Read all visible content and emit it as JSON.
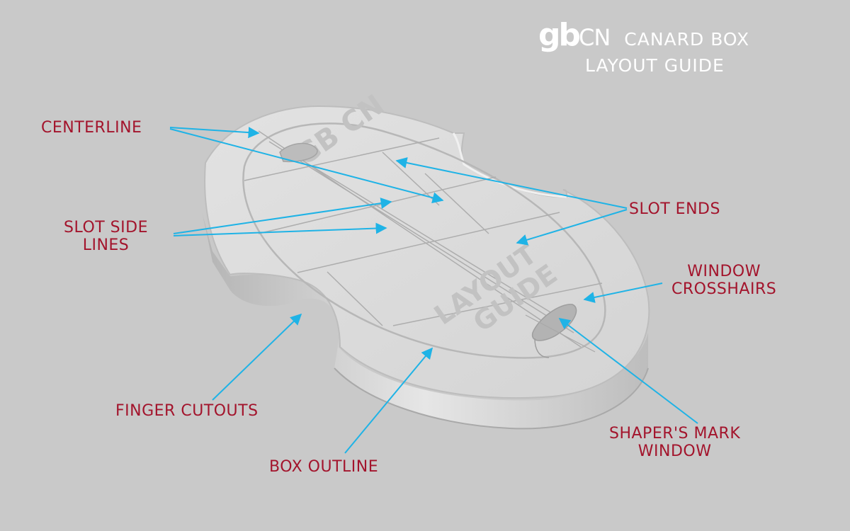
{
  "header": {
    "brand_gb": "gb",
    "brand_cn": "CN",
    "title_line1": "CANARD BOX",
    "title_line2": "LAYOUT GUIDE"
  },
  "embossed_text": {
    "guide_top": "GB CN",
    "guide_bottom_1": "LAYOUT",
    "guide_bottom_2": "GUIDE"
  },
  "labels": {
    "centerline": "CENTERLINE",
    "slot_side_lines_1": "SLOT SIDE",
    "slot_side_lines_2": "LINES",
    "slot_ends": "SLOT ENDS",
    "window_crosshairs_1": "WINDOW",
    "window_crosshairs_2": "CROSSHAIRS",
    "finger_cutouts": "FINGER CUTOUTS",
    "box_outline": "BOX OUTLINE",
    "shapers_mark_window_1": "SHAPER'S MARK",
    "shapers_mark_window_2": "WINDOW"
  },
  "colors": {
    "background": "#c9c9c9",
    "label": "#a3142c",
    "arrow": "#1fb3e6",
    "header_text": "#ffffff"
  }
}
